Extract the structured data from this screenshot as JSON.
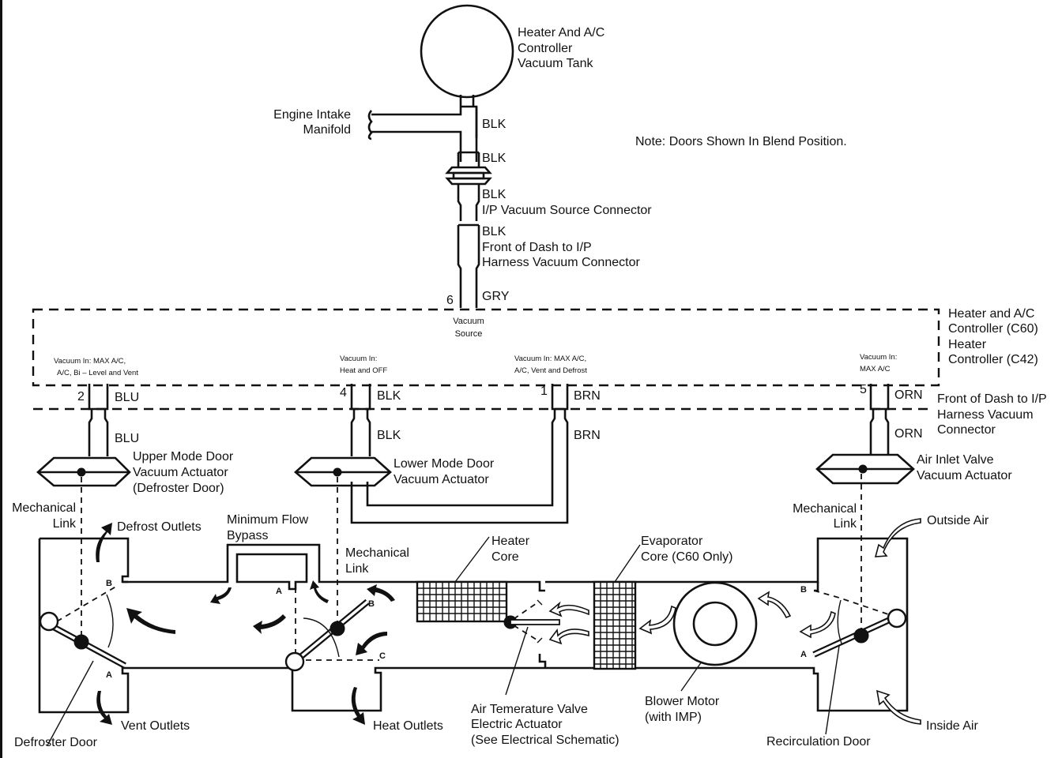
{
  "title": "Heater and A/C Vacuum Schematic",
  "note": "Note: Doors Shown In Blend Position.",
  "vacuum_tank": {
    "lines": [
      "Heater And A/C",
      "Controller",
      "Vacuum Tank"
    ]
  },
  "engine_intake": {
    "lines": [
      "Engine Intake",
      "Manifold"
    ]
  },
  "source_line": {
    "wire1": "BLK",
    "wire2": "BLK",
    "wire3": "BLK",
    "ip_vacuum_source_connector": "I/P Vacuum Source Connector",
    "wire4": "BLK",
    "front_dash_lines": [
      "Front of Dash to I/P",
      "Harness Vacuum Connector"
    ],
    "pin": "6",
    "wire5": "GRY",
    "vacuum_source": [
      "Vacuum",
      "Source"
    ]
  },
  "controller": {
    "lines": [
      "Heater and A/C",
      "Controller (C60)",
      "Heater",
      "Controller (C42)"
    ]
  },
  "front_dash_connector": {
    "lines": [
      "Front of Dash to I/P",
      "Harness Vacuum",
      "Connector"
    ]
  },
  "ports": [
    {
      "pin": "2",
      "wire_top": "BLU",
      "wire_bottom": "BLU",
      "vacuum_in": [
        "Vacuum In:  MAX A/C,",
        "A/C, Bi – Level and Vent"
      ]
    },
    {
      "pin": "4",
      "wire_top": "BLK",
      "wire_bottom": "BLK",
      "vacuum_in": [
        "Vacuum In:",
        "Heat  and OFF"
      ]
    },
    {
      "pin": "1",
      "wire_top": "BRN",
      "wire_bottom": "BRN",
      "vacuum_in": [
        "Vacuum In: MAX A/C,",
        "A/C,  Vent and Defrost"
      ]
    },
    {
      "pin": "5",
      "wire_top": "ORN",
      "wire_bottom": "ORN",
      "vacuum_in": [
        "Vacuum In:",
        "MAX A/C"
      ]
    }
  ],
  "actuators": {
    "upper_mode": [
      "Upper Mode Door",
      "Vacuum Actuator",
      "(Defroster Door)"
    ],
    "lower_mode": [
      "Lower Mode Door",
      "Vacuum Actuator"
    ],
    "air_inlet": [
      "Air Inlet Valve",
      "Vacuum Actuator"
    ]
  },
  "labels": {
    "mech_link_left": [
      "Mechanical",
      "Link"
    ],
    "mech_link_mid": [
      "Mechanical",
      "Link"
    ],
    "mech_link_right": [
      "Mechanical",
      "Link"
    ],
    "defrost_outlets": "Defrost Outlets",
    "min_flow_bypass": [
      "Minimum Flow",
      "Bypass"
    ],
    "heater_core": [
      "Heater",
      "Core"
    ],
    "evaporator_core": [
      "Evaporator",
      "Core (C60 Only)"
    ],
    "outside_air": "Outside Air",
    "inside_air": "Inside Air",
    "vent_outlets": "Vent Outlets",
    "heat_outlets": "Heat Outlets",
    "defroster_door": "Defroster Door",
    "air_temp_valve": [
      "Air Temerature Valve",
      "Electric Actuator",
      "(See Electrical Schematic)"
    ],
    "blower_motor": [
      "Blower Motor",
      "(with IMP)"
    ],
    "recirculation_door": "Recirculation Door",
    "pos_a": "A",
    "pos_b": "B",
    "pos_c": "C"
  }
}
